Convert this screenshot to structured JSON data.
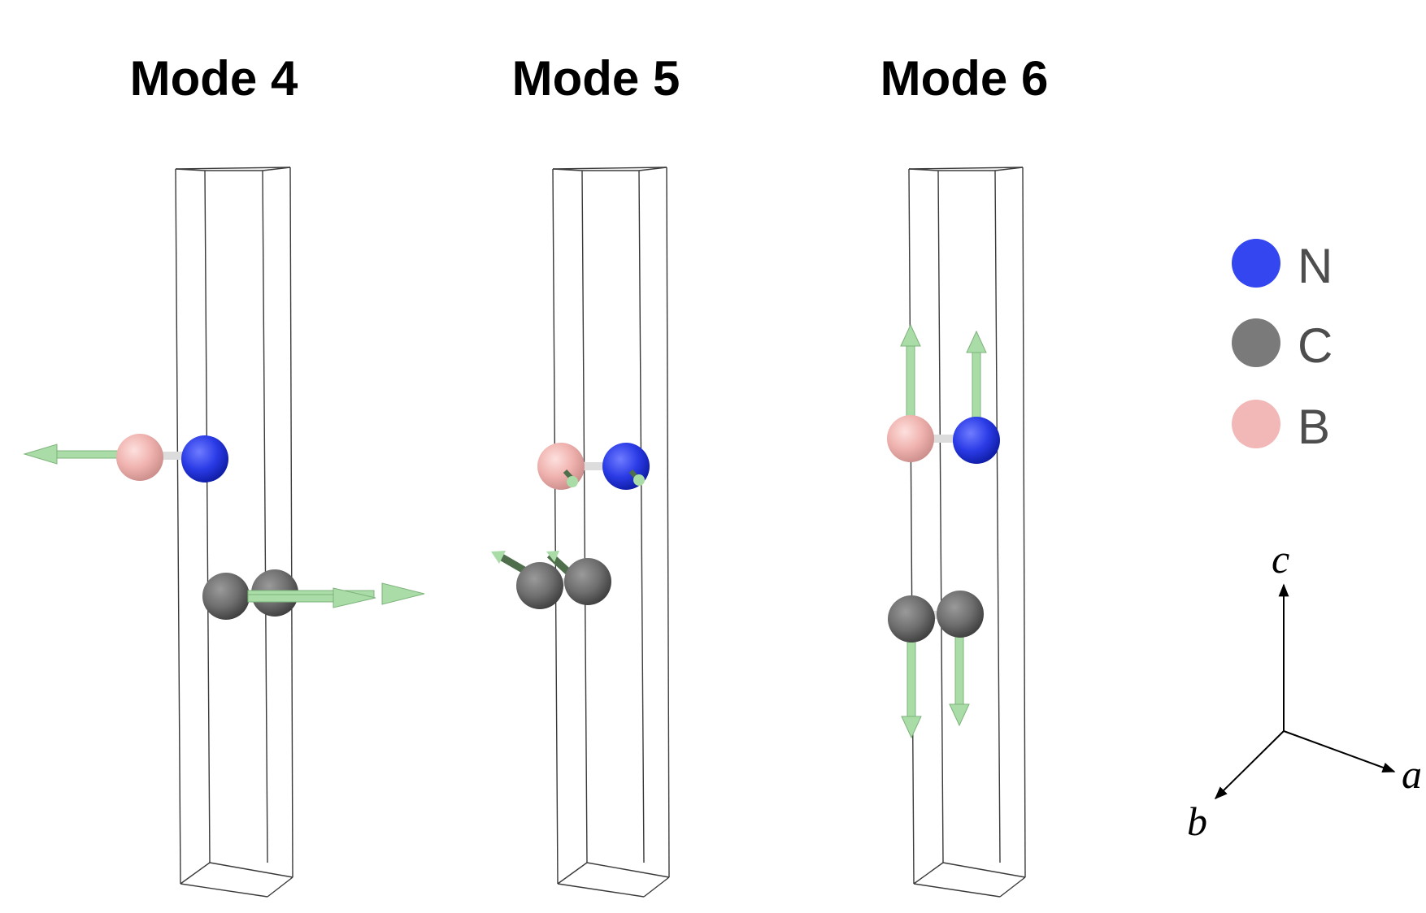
{
  "modes": [
    {
      "title": "Mode 4"
    },
    {
      "title": "Mode 5"
    },
    {
      "title": "Mode 6"
    }
  ],
  "legend": [
    {
      "label": "N",
      "color": "#3346f0"
    },
    {
      "label": "C",
      "color": "#7a7a7a"
    },
    {
      "label": "B",
      "color": "#f2b8b8"
    }
  ],
  "axes": {
    "c": "c",
    "a": "a",
    "b": "b"
  },
  "colors": {
    "arrow": "#a9dca6",
    "cell": "#3a3a3a"
  }
}
